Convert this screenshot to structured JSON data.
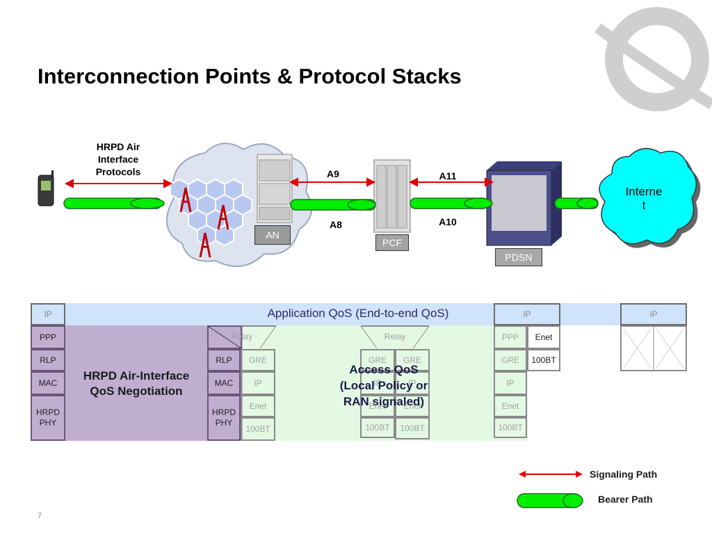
{
  "title": "Interconnection Points & Protocol Stacks",
  "page_number": "7",
  "network": {
    "air_label": "HRPD Air\nInterface\nProtocols",
    "a9": "A9",
    "a8": "A8",
    "a11": "A11",
    "a10": "A10",
    "an": "AN",
    "pcf": "PCF",
    "pdsn": "PDSN",
    "internet": "Interne\nt"
  },
  "stack": {
    "app_qos": "Application QoS (End-to-end QoS)",
    "hrpd_negotiation": "HRPD Air-Interface\nQoS Negotiation",
    "access_qos": "Access QoS\n(Local Policy or\nRAN signaled)",
    "col1": [
      "IP",
      "PPP",
      "RLP",
      "MAC",
      "HRPD\nPHY"
    ],
    "an_left": [
      "RLP",
      "MAC",
      "HRPD\nPHY"
    ],
    "an_right": [
      "GRE",
      "IP",
      "Enet",
      "100BT"
    ],
    "relay": "Relay",
    "pcf_left": [
      "GRE",
      "IP",
      "Enet",
      "100BT"
    ],
    "pcf_right": [
      "GRE",
      "IP",
      "Enet",
      "100BT"
    ],
    "pdsn_ip": "IP",
    "pdsn_left": [
      "PPP",
      "GRE",
      "IP",
      "Enet",
      "100BT"
    ],
    "pdsn_right": [
      "Enet",
      "100BT"
    ],
    "host_ip": "IP"
  },
  "legend": {
    "signaling": "Signaling Path",
    "bearer": "Bearer Path"
  },
  "colors": {
    "bearer": "#00ee00",
    "signal": "#e00000",
    "cloud": "#00ffff",
    "hrpd_region": "#c0aed0",
    "access_region": "#e4f9e4",
    "app_band": "#cfe3fa"
  }
}
